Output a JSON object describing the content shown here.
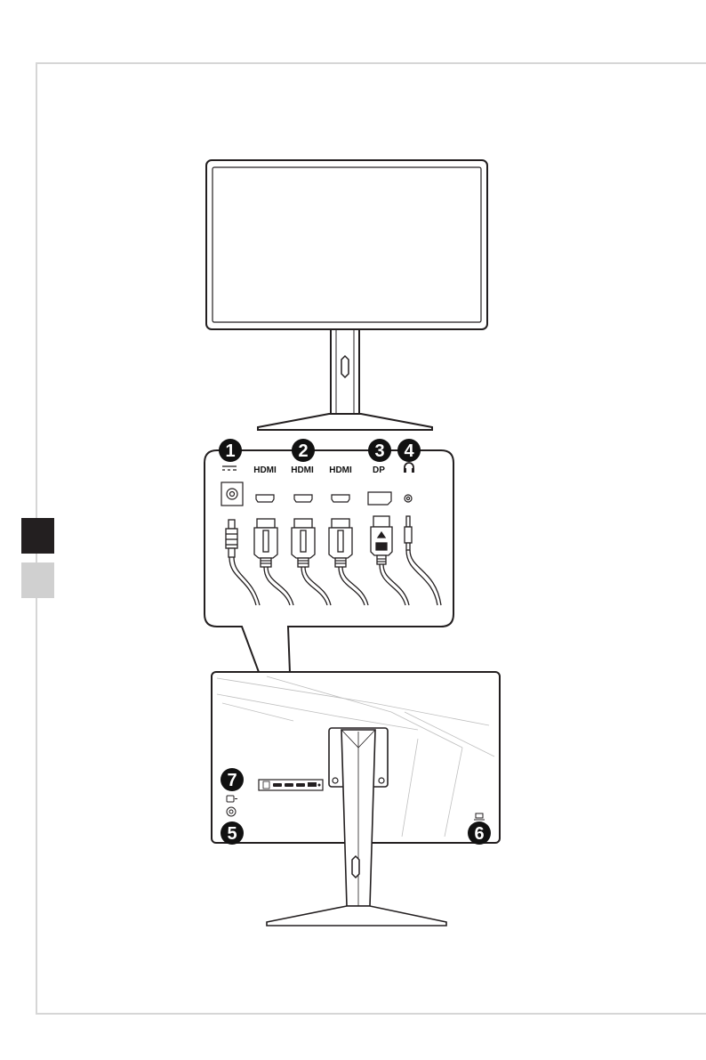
{
  "page": {
    "tabs": [
      {
        "name": "tab-active",
        "color": "#231f20"
      },
      {
        "name": "tab-inactive",
        "color": "#d0d0d0"
      }
    ]
  },
  "panel": {
    "callouts": [
      {
        "number": "1",
        "port": "dc-power",
        "label": "⎓"
      },
      {
        "number": "2",
        "port": "hdmi",
        "label": "HDMI"
      },
      {
        "number": "3",
        "port": "displayport",
        "label": "DP"
      },
      {
        "number": "4",
        "port": "headphone-out",
        "label": "☊"
      }
    ],
    "port_labels": [
      "HDMI",
      "HDMI",
      "HDMI",
      "DP"
    ]
  },
  "rear": {
    "callouts": [
      {
        "number": "7",
        "item": "usb-c"
      },
      {
        "number": "5",
        "item": "navigator-key"
      },
      {
        "number": "6",
        "item": "kensington-lock"
      }
    ]
  },
  "colors": {
    "line": "#231f20",
    "badge": "#111111",
    "background": "#ffffff"
  }
}
